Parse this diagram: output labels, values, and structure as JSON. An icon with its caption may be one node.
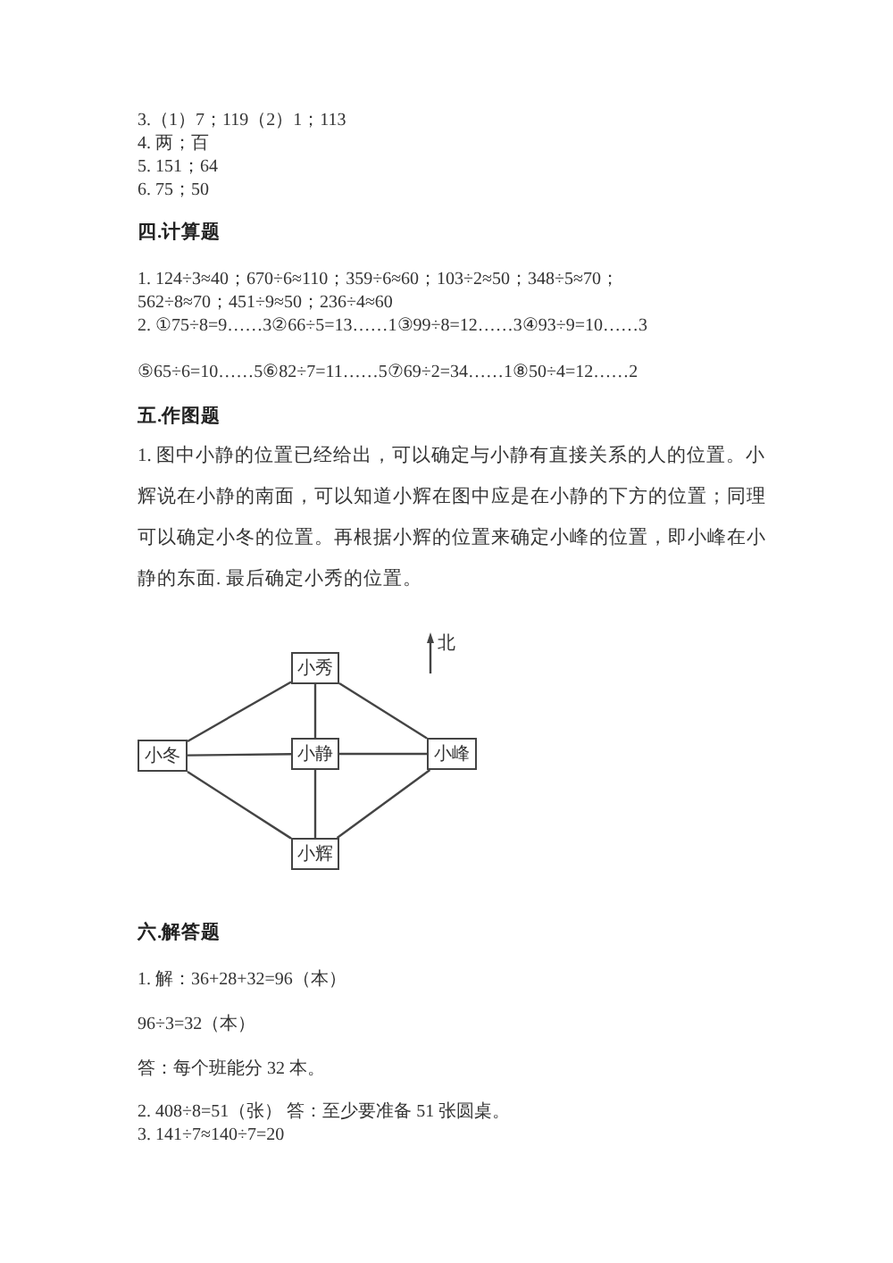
{
  "diagram": {
    "nodes": [
      {
        "text": [
          "小秀"
        ]
      },
      {
        "text": [
          "小冬"
        ]
      },
      {
        "text": [
          "小静"
        ]
      },
      {
        "text": [
          "小峰"
        ]
      },
      {
        "text": [
          "小辉"
        ]
      }
    ],
    "edges": [
      {
        "from": 0,
        "to": 2,
        "arrow": "none"
      },
      {
        "from": 1,
        "to": 2,
        "arrow": "none"
      },
      {
        "from": 2,
        "to": 3,
        "arrow": "none"
      },
      {
        "from": 2,
        "to": 4,
        "arrow": "none"
      },
      {
        "from": 0,
        "to": 1,
        "arrow": "none"
      },
      {
        "from": 0,
        "to": 3,
        "arrow": "none"
      },
      {
        "from": 1,
        "to": 4,
        "arrow": "none"
      },
      {
        "from": 3,
        "to": 4,
        "arrow": "none"
      }
    ],
    "labels": [
      "3.（1）7；119（2）1；113",
      "4. 两；百",
      "5. 151；64",
      "6. 75；50",
      "四.计算题",
      "1. 124÷3≈40；670÷6≈110；359÷6≈60；103÷2≈50；348÷5≈70；",
      "562÷8≈70；451÷9≈50；236÷4≈60",
      "2. ①75÷8=9……3②66÷5=13……1③99÷8=12……3④93÷9=10……3",
      "⑤65÷6=10……5⑥82÷7=11……5⑦69÷2=34……1⑧50÷4=12……2",
      "五.作图题",
      "1. 图中小静的位置已经给出，可以确定与小静有直接关系的人的位置。小辉说在小静的南面，可以知道小辉在图中应是在小静的下方的位置；同理可以确定小冬的位置。再根据小辉的位置来确定小峰的位置，即小峰在小静的东面. 最后确定小秀的位置。",
      "北",
      "六.解答题",
      "1. 解：36+28+32=96（本）",
      "96÷3=32（本）",
      "答：每个班能分 32 本。",
      "2. 408÷8=51（张） 答：至少要准备 51 张圆桌。",
      "3. 141÷7≈140÷7=20"
    ]
  }
}
